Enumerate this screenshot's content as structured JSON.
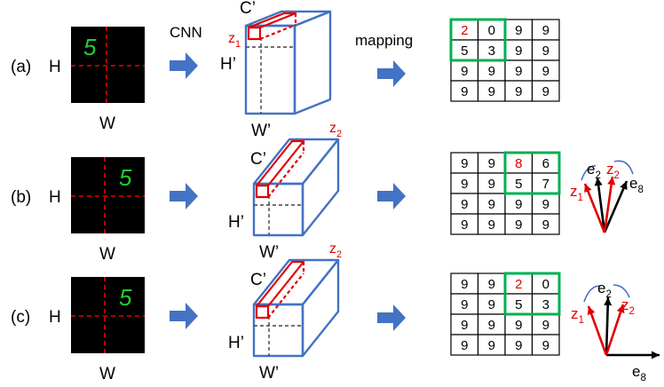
{
  "rows": [
    {
      "label": "(a)",
      "h_label": "H",
      "w_label": "W",
      "digit": "5",
      "digit_pos": "left",
      "show_cnn_text": true,
      "cnn_text": "CNN",
      "show_mapping_text": true,
      "mapping_text": "mapping",
      "c_label": "C’",
      "h2_label": "H’",
      "w2_label": "W’",
      "z_label": "z",
      "z_sub": "1",
      "z_pos": "left",
      "grid": [
        [
          "2",
          "0",
          "9",
          "9"
        ],
        [
          "5",
          "3",
          "9",
          "9"
        ],
        [
          "9",
          "9",
          "9",
          "9"
        ],
        [
          "9",
          "9",
          "9",
          "9"
        ]
      ],
      "red_cell": [
        0,
        0
      ],
      "green_box": [
        0,
        0
      ],
      "vectors": null
    },
    {
      "label": "(b)",
      "h_label": "H",
      "w_label": "W",
      "digit": "5",
      "digit_pos": "right",
      "show_cnn_text": false,
      "show_mapping_text": false,
      "c_label": "C’",
      "h2_label": "H’",
      "w2_label": "W’",
      "z_label": "z",
      "z_sub": "2",
      "z_pos": "right",
      "grid": [
        [
          "9",
          "9",
          "8",
          "6"
        ],
        [
          "9",
          "9",
          "5",
          "7"
        ],
        [
          "9",
          "9",
          "9",
          "9"
        ],
        [
          "9",
          "9",
          "9",
          "9"
        ]
      ],
      "red_cell": [
        0,
        2
      ],
      "green_box": [
        0,
        2
      ],
      "vectors": {
        "style": "b",
        "labels": {
          "e_top": "e",
          "e_top_sub": "2",
          "e_side": "e",
          "e_side_sub": "8",
          "z1": "z",
          "z1_sub": "1",
          "z2": "z",
          "z2_sub": "2"
        }
      }
    },
    {
      "label": "(c)",
      "h_label": "H",
      "w_label": "W",
      "digit": "5",
      "digit_pos": "right",
      "show_cnn_text": false,
      "show_mapping_text": false,
      "c_label": "C’",
      "h2_label": "H’",
      "w2_label": "W’",
      "z_label": "z",
      "z_sub": "2",
      "z_pos": "right",
      "grid": [
        [
          "9",
          "9",
          "2",
          "0"
        ],
        [
          "9",
          "9",
          "5",
          "3"
        ],
        [
          "9",
          "9",
          "9",
          "9"
        ],
        [
          "9",
          "9",
          "9",
          "9"
        ]
      ],
      "red_cell": [
        0,
        2
      ],
      "green_box": [
        0,
        2
      ],
      "vectors": {
        "style": "c",
        "labels": {
          "e_top": "e",
          "e_top_sub": "2",
          "e_side": "e",
          "e_side_sub": "8",
          "z1": "z",
          "z1_sub": "1",
          "z2": "z",
          "z2_sub": "2"
        }
      }
    }
  ],
  "colors": {
    "arrow": "#4472c4",
    "cube": "#4472c4",
    "red": "#e00000",
    "green": "#00b050",
    "digit": "#22cc33",
    "black": "#000000"
  }
}
